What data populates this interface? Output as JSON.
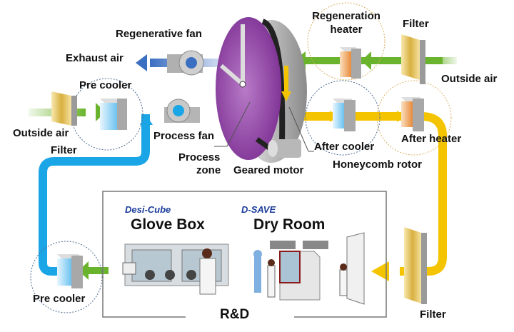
{
  "colors": {
    "process_air": "#1aa6e6",
    "outside_air": "#6ab42d",
    "return_air": "#f5c400",
    "exhaust_air": "#3b6fc2",
    "rotor": "#8e3fa0",
    "brand": "#1b3c9a"
  },
  "labels": {
    "regenerative_fan": "Regenerative fan",
    "exhaust_air": "Exhaust air",
    "pre_cooler_top": "Pre cooler",
    "outside_air_left": "Outside air",
    "filter_left": "Filter",
    "process_fan": "Process fan",
    "process_zone_1": "Process",
    "process_zone_2": "zone",
    "geared_motor": "Geared motor",
    "regeneration_heater_1": "Regeneration",
    "regeneration_heater_2": "heater",
    "filter_top": "Filter",
    "outside_air_right": "Outside air",
    "after_cooler": "After cooler",
    "after_heater": "After heater",
    "honeycomb_rotor": "Honeycomb rotor",
    "pre_cooler_bottom": "Pre cooler",
    "filter_bottom": "Filter"
  },
  "rd_box": {
    "title": "R&D",
    "glove_box": {
      "brand": "Desi-Cube",
      "title": "Glove Box"
    },
    "dry_room": {
      "brand": "D-SAVE",
      "title": "Dry Room"
    }
  }
}
